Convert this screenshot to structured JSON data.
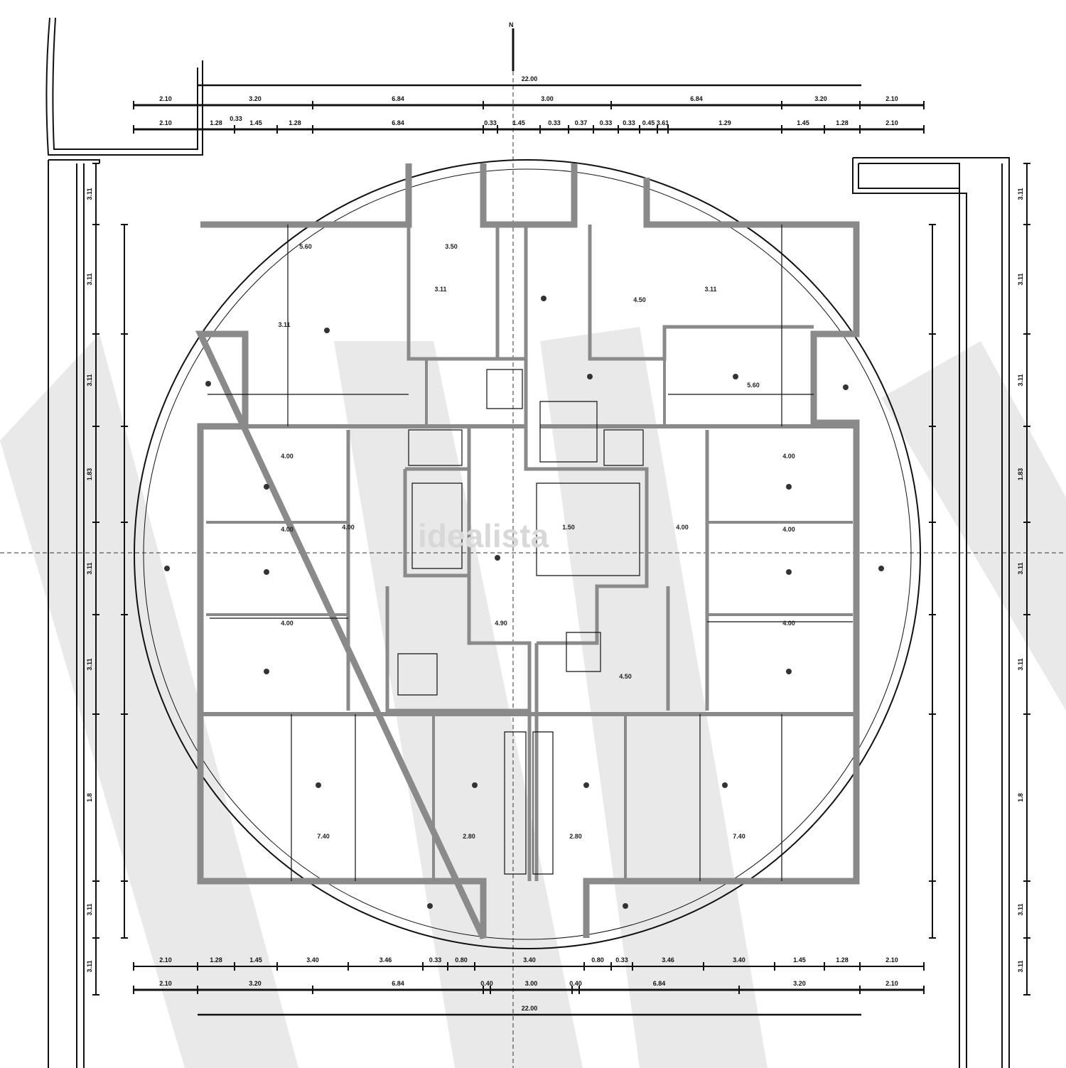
{
  "plan": {
    "watermark": "idealista",
    "north_marker": "N",
    "colors": {
      "wall": "#8a8a8a",
      "line": "#111111",
      "watermark_band": "#e6e6e6"
    },
    "top_overall": "22.00",
    "top_row1": [
      "2.10",
      "3.20",
      "6.84",
      "3.00",
      "6.84",
      "3.20",
      "2.10"
    ],
    "top_row2": [
      "2.10",
      "1.28",
      "1.45",
      "1.28",
      "6.84",
      "0.33",
      "1.45",
      "0.33",
      "0.37",
      "0.33",
      "0.33",
      "0.45",
      "3.61",
      "1.29",
      "1.45",
      "1.28",
      "2.10"
    ],
    "top_row2_extra": "0.33",
    "bottom_row1": [
      "2.10",
      "1.28",
      "1.45",
      "3.40",
      "3.46",
      "0.33",
      "0.80",
      "3.40",
      "0.80",
      "0.33",
      "3.46",
      "3.40",
      "1.45",
      "1.28",
      "2.10"
    ],
    "bottom_row2": [
      "2.10",
      "3.20",
      "6.84",
      "0.40",
      "3.00",
      "0.40",
      "6.84",
      "3.20",
      "2.10"
    ],
    "bottom_overall": "22.00",
    "side_left": [
      "3.11",
      "3.11",
      "3.11",
      "1.83",
      "3.11",
      "3.11",
      "1.8",
      "3.11",
      "3.11"
    ],
    "side_right": [
      "3.11",
      "3.11",
      "3.11",
      "1.83",
      "3.11",
      "3.11",
      "1.8",
      "3.11",
      "3.11"
    ],
    "rooms": [
      {
        "label": "5.60"
      },
      {
        "label": "3.11"
      },
      {
        "label": "3.50"
      },
      {
        "label": "3.11"
      },
      {
        "label": "4.50"
      },
      {
        "label": "3.11"
      },
      {
        "label": "5.60"
      },
      {
        "label": "4.00"
      },
      {
        "label": "4.00"
      },
      {
        "label": "4.00"
      },
      {
        "label": "4.00"
      },
      {
        "label": "4.00"
      },
      {
        "label": "4.00"
      },
      {
        "label": "4.00"
      },
      {
        "label": "4.00"
      },
      {
        "label": "7.40"
      },
      {
        "label": "2.80"
      },
      {
        "label": "2.80"
      },
      {
        "label": "7.40"
      },
      {
        "label": "1.50"
      },
      {
        "label": "4.90"
      },
      {
        "label": "4.50"
      }
    ]
  }
}
